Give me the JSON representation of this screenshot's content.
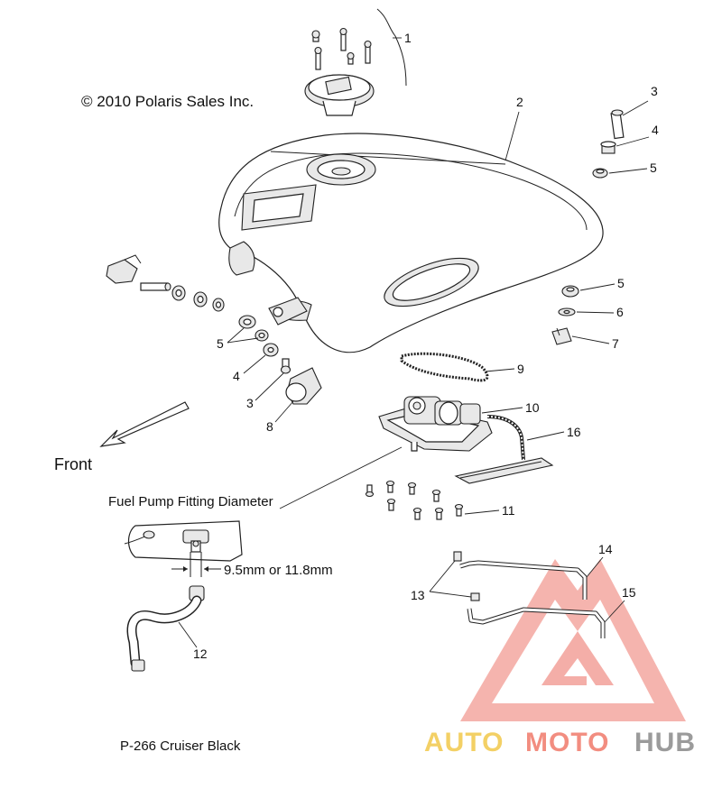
{
  "copyright": "© 2010 Polaris Sales Inc.",
  "front_label": "Front",
  "fitting_label": "Fuel Pump Fitting Diameter",
  "diameter_label": "9.5mm or 11.8mm",
  "page_ref": "P-266  Cruiser Black",
  "callouts": {
    "c1": "1",
    "c2": "2",
    "c3a": "3",
    "c4a": "4",
    "c5a": "5",
    "c5b": "5",
    "c6": "6",
    "c7": "7",
    "c5c": "5",
    "c4b": "4",
    "c3b": "3",
    "c8": "8",
    "c9": "9",
    "c10": "10",
    "c16": "16",
    "c11": "11",
    "c13": "13",
    "c14": "14",
    "c15": "15",
    "c12": "12"
  },
  "watermark": {
    "auto": "AUTO",
    "moto": "MOTO",
    "hub": "HUB",
    "colors": {
      "auto": "#f2c84b",
      "moto": "#f07a6a",
      "hub": "#8a8a8a",
      "triangle": "#f08a80"
    }
  }
}
